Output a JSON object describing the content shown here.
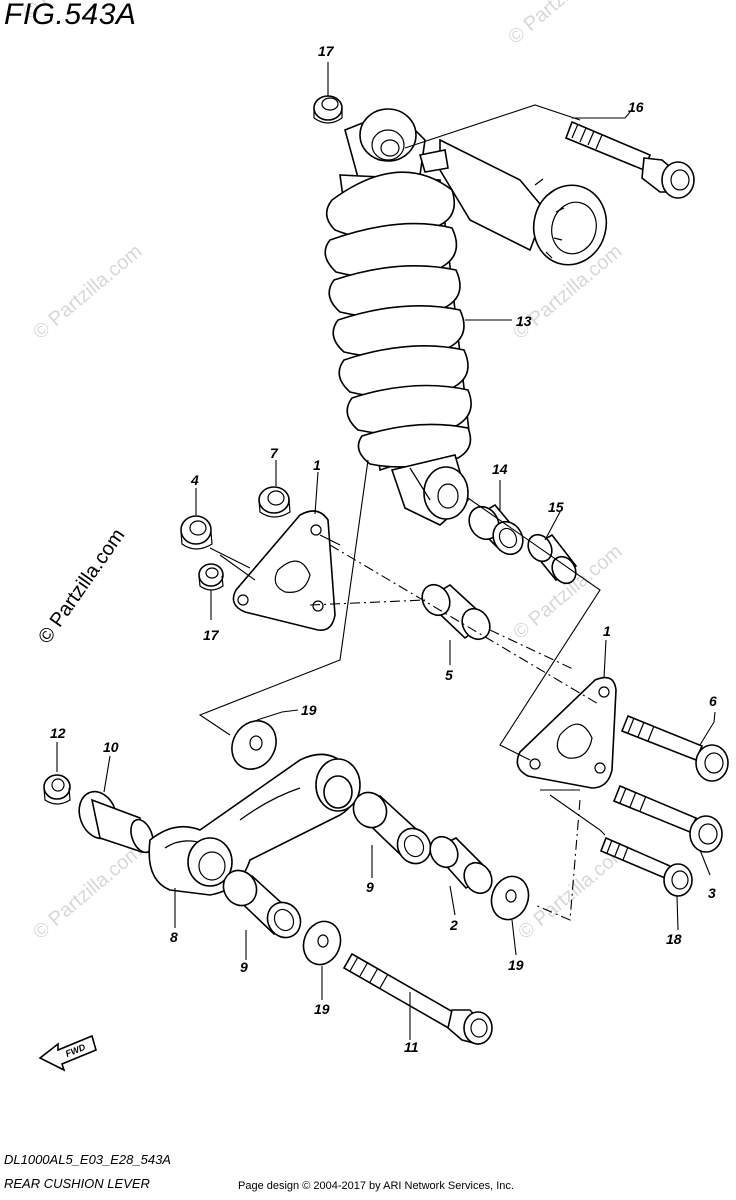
{
  "figure_title": "FIG.543A",
  "model_code": "DL1000AL5_E03_E28_543A",
  "diagram_caption": "REAR CUSHION LEVER",
  "copyright": "Page design © 2004-2017 by ARI Network Services, Inc.",
  "watermark": "© Partzilla.com",
  "fwd_arrow_label": "FWD",
  "callouts": {
    "c17a": "17",
    "c16": "16",
    "c13": "13",
    "c7": "7",
    "c1a": "1",
    "c4": "4",
    "c14": "14",
    "c15": "15",
    "c17b": "17",
    "c5": "5",
    "c1b": "1",
    "c6": "6",
    "c19a": "19",
    "c12": "12",
    "c10": "10",
    "c9a": "9",
    "c3": "3",
    "c8": "8",
    "c2": "2",
    "c18": "18",
    "c9b": "9",
    "c19b": "19",
    "c19c": "19",
    "c11": "11"
  }
}
